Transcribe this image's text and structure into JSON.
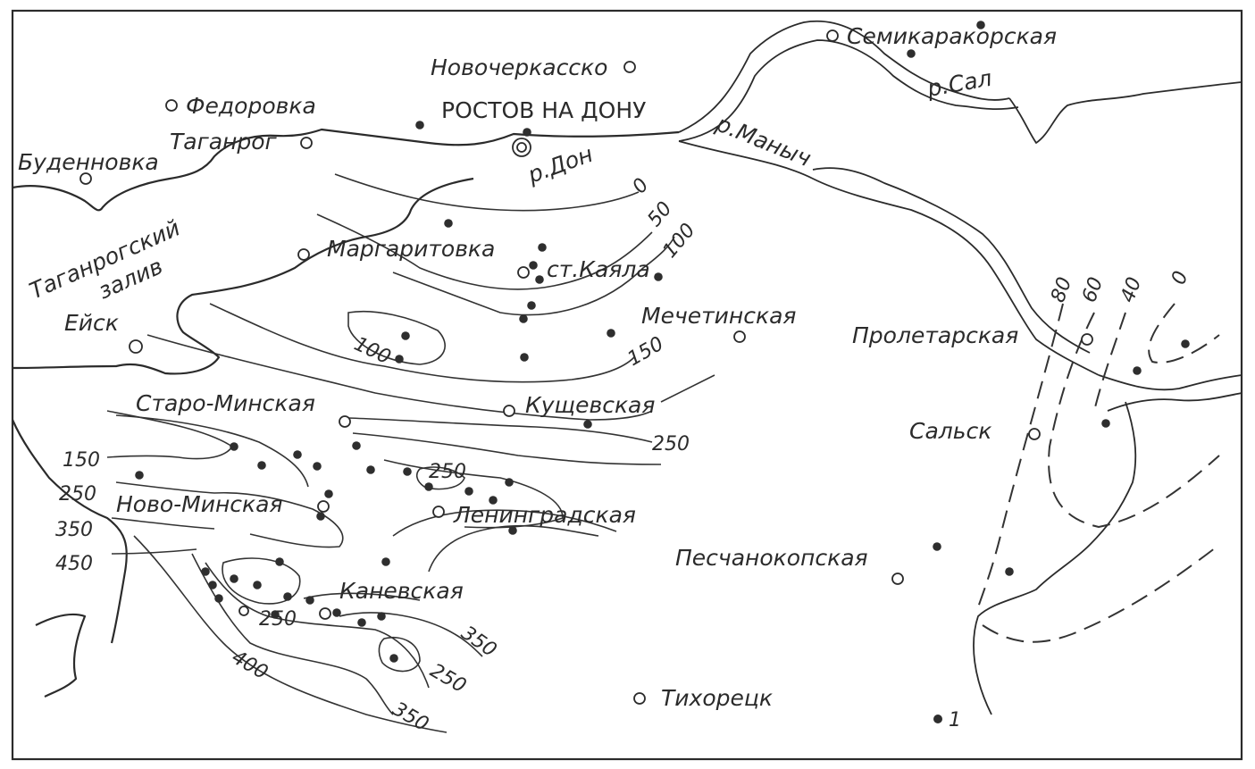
{
  "places": {
    "semikarakorskaya": "Семикаракорская",
    "novocherkassk": "Новочеркасско",
    "rostov": "РОСТОВ НА ДОНУ",
    "fedorovka": "Федоровка",
    "taganrog": "Таганрог",
    "budennovka": "Буденновка",
    "taganrog_bay_1": "Таганрогский",
    "taganrog_bay_2": "залив",
    "eysk": "Ейск",
    "margaritovka": "Маргаритовка",
    "kayala": "ст.Каяла",
    "mechetinskaya": "Мечетинская",
    "proletarskaya": "Пролетарская",
    "staro_minskaya": "Старо-Минская",
    "kushchevskaya": "Кущевская",
    "salsk": "Сальск",
    "novo_minskaya": "Ново-Минская",
    "leningradskaya": "Ленинградская",
    "peschanokopskaya": "Песчанокопская",
    "kanevskaya": "Каневская",
    "tikhoretsk": "Тихорецк"
  },
  "rivers": {
    "sal": "р.Сал",
    "manych": "р.Маныч",
    "don": "р.Дон"
  },
  "isolines": {
    "v0": "0",
    "v50": "50",
    "v100a": "100",
    "v100b": "100",
    "v150a": "150",
    "v150b": "150",
    "v250a": "250",
    "v250b": "250",
    "v250c": "250",
    "v250d": "250",
    "v250e": "250",
    "v350a": "350",
    "v350b": "350",
    "v350c": "350",
    "v400": "400",
    "v450": "450",
    "e80": "80",
    "e60": "60",
    "e40": "40",
    "e0": "0"
  },
  "legend_point": "1",
  "colors": {
    "ink": "#2b2b2b",
    "paper": "#ffffff"
  }
}
